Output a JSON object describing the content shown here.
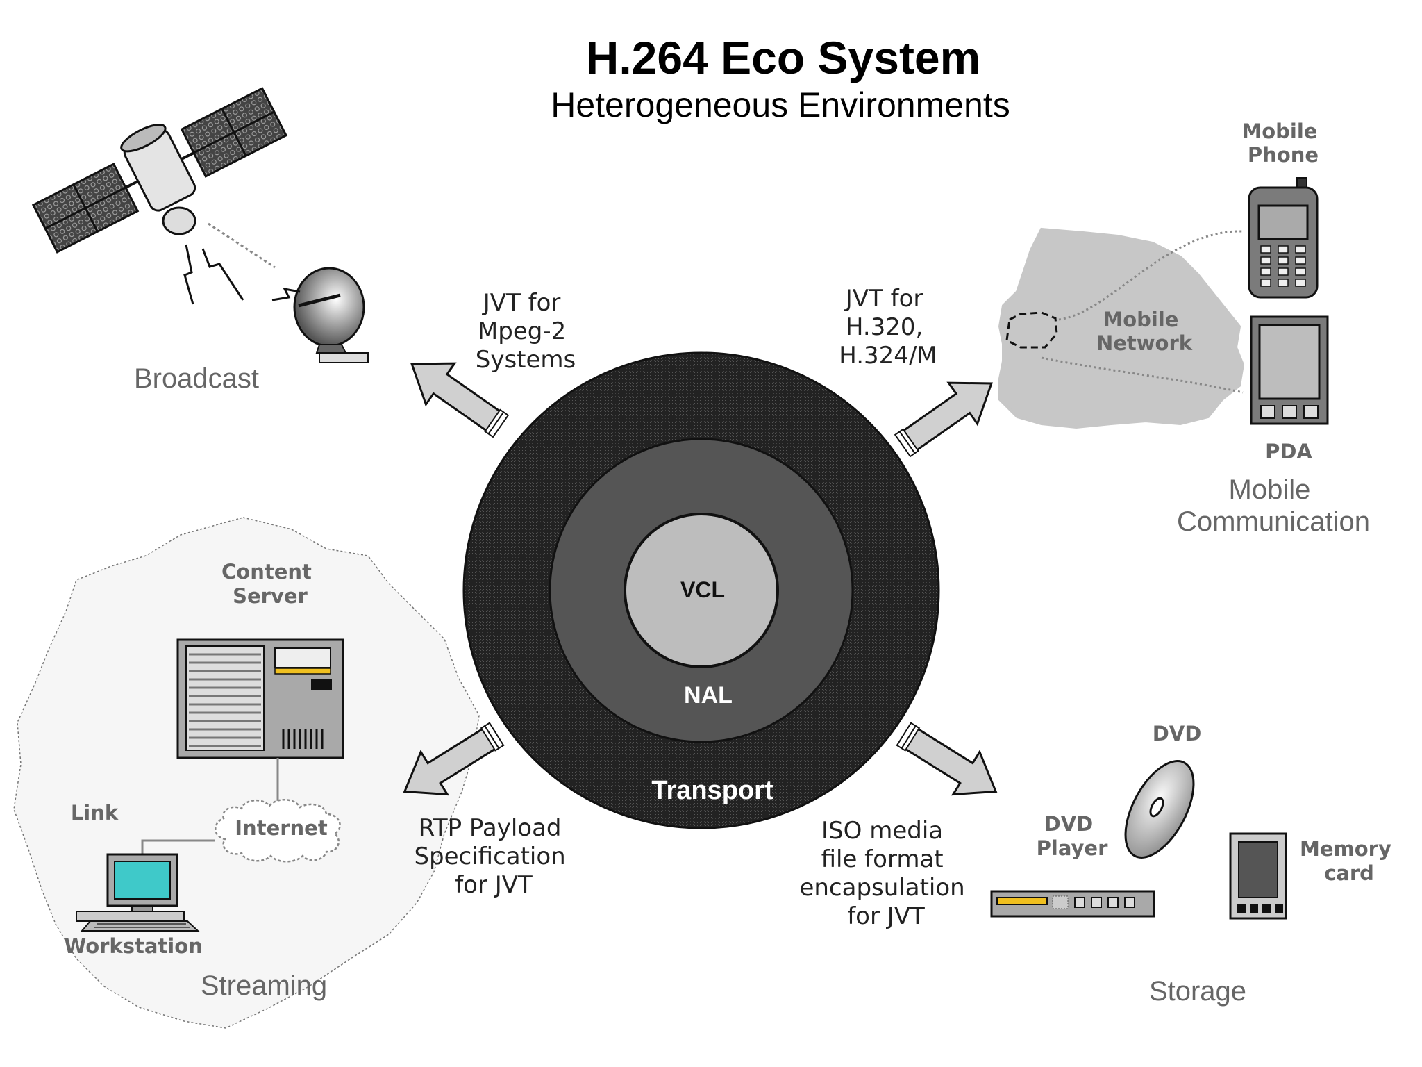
{
  "title": "H.264 Eco System",
  "subtitle": "Heterogeneous Environments",
  "core": {
    "inner": "VCL",
    "middle": "NAL",
    "outer": "Transport"
  },
  "arrows": {
    "top_left": [
      "JVT for",
      "Mpeg-2",
      "Systems"
    ],
    "top_right": [
      "JVT for",
      "H.320,",
      "H.324/M"
    ],
    "bottom_left": [
      "RTP Payload",
      "Specification",
      "for JVT"
    ],
    "bottom_right": [
      "ISO media",
      "file format",
      "encapsulation",
      "for JVT"
    ]
  },
  "broadcast": {
    "label": "Broadcast"
  },
  "mobile": {
    "phone": [
      "Mobile",
      "Phone"
    ],
    "network": [
      "Mobile",
      "Network"
    ],
    "pda": "PDA",
    "label": [
      "Mobile",
      "Communication"
    ]
  },
  "streaming": {
    "server": [
      "Content",
      "Server"
    ],
    "link": "Link",
    "internet": "Internet",
    "workstation": "Workstation",
    "label": "Streaming"
  },
  "storage": {
    "dvd": "DVD",
    "player": [
      "DVD",
      "Player"
    ],
    "memory": [
      "Memory",
      "card"
    ],
    "label": "Storage"
  },
  "colors": {
    "transport_ring": "#1a1a1a",
    "nal_ring": "#555555",
    "vcl_core": "#bdbdbd",
    "arrow_fill": "#d0d0d0",
    "workstation_screen": "#3fc9c9",
    "server_stripe": "#f0c020"
  }
}
